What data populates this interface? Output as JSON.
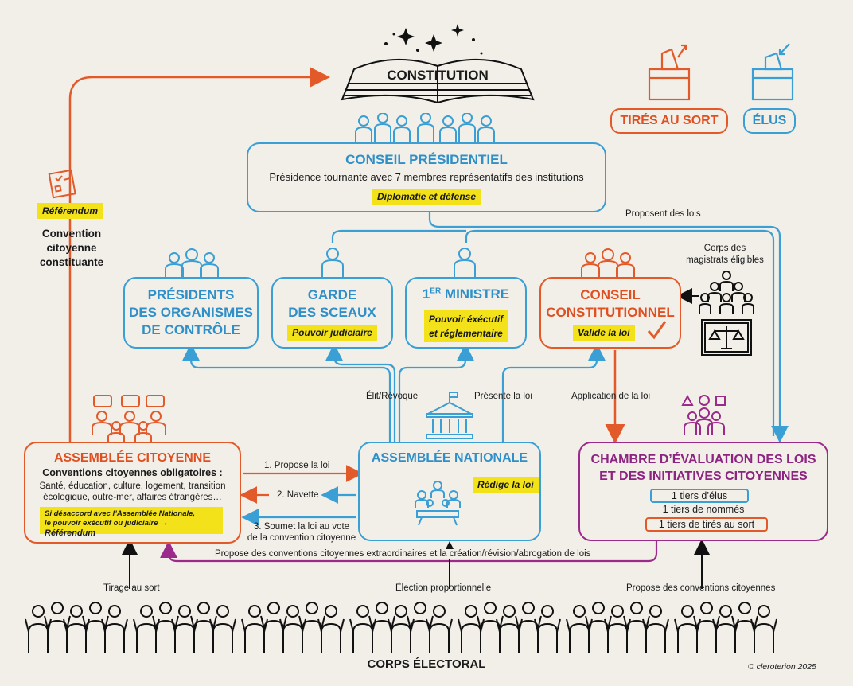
{
  "constitution": {
    "label": "CONSTITUTION"
  },
  "legend": {
    "tires": "TIRÉS AU SORT",
    "elus": "ÉLUS"
  },
  "referendum_tag": "Référendum",
  "convention": [
    "Convention",
    "citoyenne",
    "constituante"
  ],
  "conseil_pres": {
    "title": "CONSEIL PRÉSIDENTIEL",
    "subtitle": "Présidence tournante avec 7 membres représentatifs des institutions",
    "tag": "Diplomatie et défense"
  },
  "proposent_lois": "Proposent des lois",
  "presidents": {
    "title1": "PRÉSIDENTS",
    "title2": "DES ORGANISMES",
    "title3": "DE CONTRÔLE"
  },
  "garde": {
    "title1": "GARDE",
    "title2": "DES SCEAUX",
    "tag": "Pouvoir judiciaire"
  },
  "ministre": {
    "title_pre": "1",
    "title_sup": "ER",
    "title_post": " MINISTRE",
    "tag1": "Pouvoir éxécutif",
    "tag2": "et réglementaire"
  },
  "conseil_const": {
    "title1": "CONSEIL",
    "title2": "CONSTITUTIONNEL",
    "tag": "Valide la loi"
  },
  "corps_magistrats": [
    "Corps des",
    "magistrats éligibles"
  ],
  "elit_revoque": "Élit/Révoque",
  "presente_loi": "Présente la loi",
  "application": "Application de la loi",
  "assemblee_cit": {
    "title": "ASSEMBLÉE CITOYENNE",
    "line1a": "Conventions citoyennes ",
    "line1b": "obligatoires",
    "line1c": " :",
    "line2": "Santé, éducation, culture, logement, transition",
    "line3": "écologique, outre-mer, affaires étrangères…",
    "tag1": "Si désaccord avec l’Assemblée Nationale,",
    "tag2": "le pouvoir exécutif ou judiciaire",
    "tag3": "Référendum"
  },
  "assemblee_nat": {
    "title": "ASSEMBLÉE NATIONALE",
    "tag": "Rédige la loi"
  },
  "flows": {
    "f1": "1. Propose la loi",
    "f2": "2. Navette",
    "f3a": "3. Soumet la loi au vote",
    "f3b": "de la convention citoyenne"
  },
  "chambre": {
    "title1": "CHAMBRE D’ÉVALUATION DES LOIS",
    "title2": "ET DES INITIATIVES CITOYENNES",
    "r1": "1 tiers d’élus",
    "r2": "1 tiers de nommés",
    "r3": "1 tiers de tirés au sort"
  },
  "propose_extra": "Propose des conventions citoyennes extraordinaires et la création/révision/abrogation de lois",
  "tirage": "Tirage au sort",
  "election": "Élection proportionnelle",
  "propose_conv": "Propose des conventions citoyennes",
  "corps": "CORPS ÉLECTORAL",
  "copyright": "© cleroterion 2025"
}
